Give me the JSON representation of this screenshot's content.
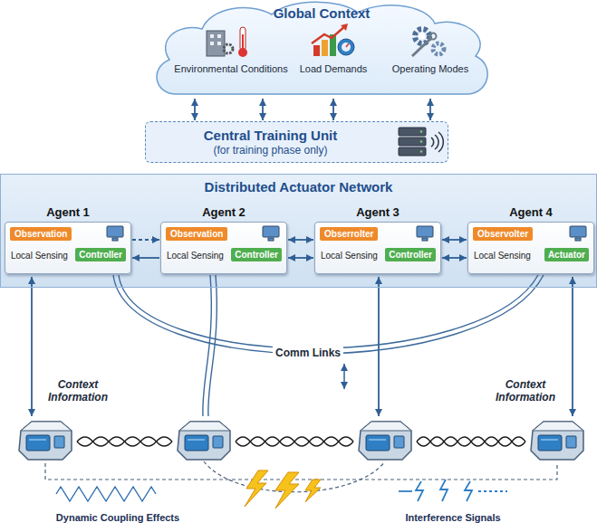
{
  "diagram": {
    "nodes": [
      {
        "text": [
          "Global Context"
        ]
      },
      {
        "text": [
          "Central Training Unit",
          "(for training phase only)"
        ]
      },
      {
        "text": [
          "Distributed Actuator Network"
        ]
      },
      {
        "text": [
          "Agent 1",
          "Local Sensing"
        ],
        "in": 2
      },
      {
        "text": [
          "Observation"
        ],
        "in": 3
      },
      {
        "text": [
          "Controller"
        ],
        "in": 3
      },
      {
        "text": [
          "Agent 2",
          "Local Sensing"
        ],
        "in": 2
      },
      {
        "text": [
          "Observation"
        ],
        "in": 6
      },
      {
        "text": [
          "Controller"
        ],
        "in": 6
      },
      {
        "text": [
          "Agent 3",
          "Local Sensing"
        ],
        "in": 2
      },
      {
        "text": [
          "Obserrolter"
        ],
        "in": 9
      },
      {
        "text": [
          "Controller"
        ],
        "in": 9
      },
      {
        "text": [
          "Agent 4",
          "Local Sensing"
        ],
        "in": 2
      },
      {
        "text": [
          "Observolter"
        ],
        "in": 12
      },
      {
        "text": [
          "Actuator"
        ],
        "in": 12
      }
    ],
    "edges": [
      {
        "from": 0,
        "to": 1,
        "arrow": "both"
      },
      {
        "from": 0,
        "to": 1,
        "arrow": "both"
      },
      {
        "from": 0,
        "to": 1,
        "arrow": "both"
      },
      {
        "from": 0,
        "to": 1,
        "arrow": "both"
      },
      {
        "from": 3,
        "to": 6,
        "arrow": "to"
      },
      {
        "from": 6,
        "to": 3,
        "arrow": "to"
      },
      {
        "from": 6,
        "to": 9,
        "arrow": "both"
      },
      {
        "from": 6,
        "to": 9,
        "arrow": "both"
      },
      {
        "from": 9,
        "to": 12,
        "arrow": "both"
      },
      {
        "from": 9,
        "to": 12,
        "arrow": "both"
      }
    ],
    "labels": [
      "Environmental Conditions",
      "Load Demands",
      "Operating Modes",
      "Context Information",
      "Comm Links",
      "Context Information",
      "Dynamic Coupling Effects",
      "Interference Signals"
    ]
  }
}
